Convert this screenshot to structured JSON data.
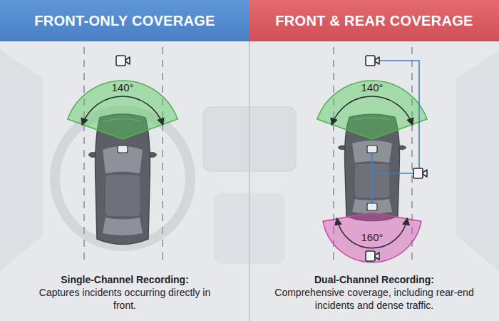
{
  "diagram": {
    "nodes": [
      {
        "text": [
          "FRONT-ONLY COVERAGE"
        ]
      },
      {
        "text": [
          "FRONT & REAR COVERAGE"
        ]
      }
    ],
    "labels": [
      "140°",
      "Single-Channel Recording:",
      "Captures incidents occurring directly in front.",
      "140°",
      "160°",
      "Dual-Channel Recording:",
      "Comprehensive coverage, including rear-end incidents and dense traffic."
    ]
  }
}
